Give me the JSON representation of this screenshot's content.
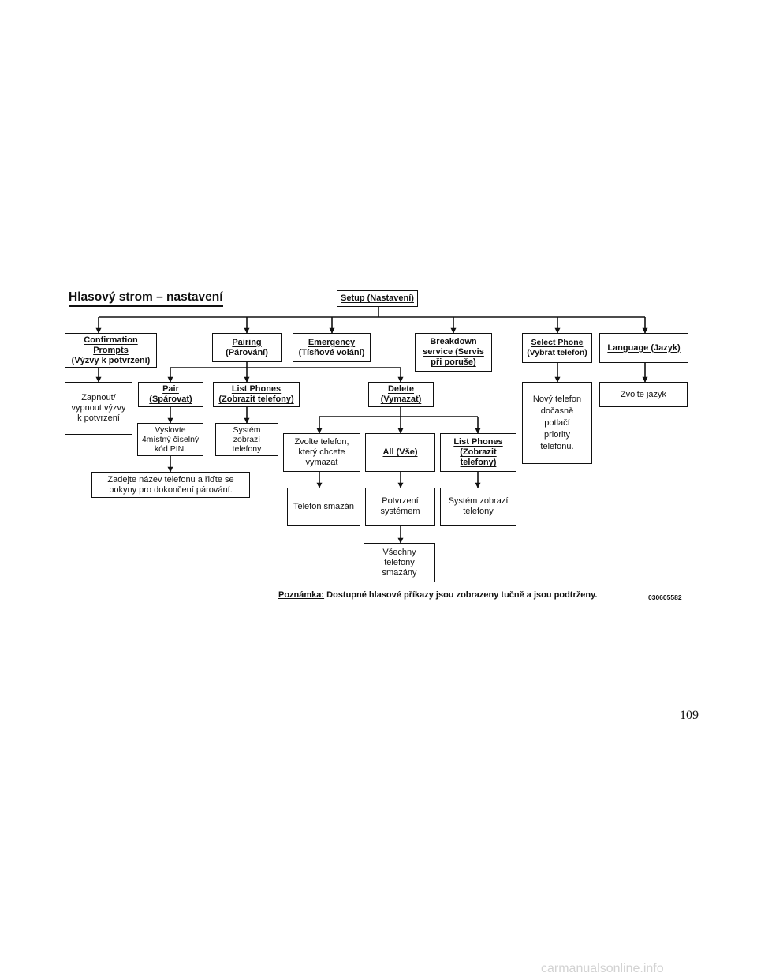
{
  "title": "Hlasový strom – nastavení",
  "root": {
    "lines": [
      "Setup (Nastavení)"
    ]
  },
  "level1": {
    "confirmation": {
      "lines": [
        "Confirmation",
        "Prompts",
        "(Výzvy k potvrzení)"
      ]
    },
    "pairing": {
      "lines": [
        "Pairing",
        "(Párování)"
      ]
    },
    "emergency": {
      "lines": [
        "Emergency",
        "(Tísňové volání)"
      ]
    },
    "breakdown": {
      "lines": [
        "Breakdown",
        "service (Servis",
        "při poruše)"
      ]
    },
    "select_phone": {
      "lines": [
        "Select Phone",
        "(Vybrat telefon)"
      ]
    },
    "language": {
      "lines": [
        "Language (Jazyk)"
      ]
    }
  },
  "confirmation_result": {
    "lines": [
      "Zapnout/",
      "vypnout výzvy",
      "k potvrzení"
    ]
  },
  "pairing_children": {
    "pair": {
      "lines": [
        "Pair",
        "(Spárovat)"
      ]
    },
    "list_phones": {
      "lines": [
        "List Phones",
        "(Zobrazit telefony)"
      ]
    },
    "delete": {
      "lines": [
        "Delete",
        "(Vymazat)"
      ]
    }
  },
  "pair_step1": {
    "lines": [
      "Vyslovte",
      "4místný číselný",
      "kód PIN."
    ]
  },
  "pair_step2": {
    "lines": [
      "Zadejte název telefonu a řiďte se",
      "pokyny pro dokončení párování."
    ]
  },
  "list_result": {
    "lines": [
      "Systém",
      "zobrazí",
      "telefony"
    ]
  },
  "delete_children": {
    "choose_phone": {
      "lines": [
        "Zvolte telefon,",
        "který chcete",
        "vymazat"
      ]
    },
    "all": {
      "lines": [
        "All (Vše)"
      ]
    },
    "list_phones": {
      "lines": [
        "List Phones",
        "(Zobrazit",
        "telefony)"
      ]
    }
  },
  "delete_results": {
    "phone_deleted": {
      "lines": [
        "Telefon smazán"
      ]
    },
    "system_confirm": {
      "lines": [
        "Potvrzení",
        "systémem"
      ]
    },
    "system_shows": {
      "lines": [
        "Systém zobrazí",
        "telefony"
      ]
    },
    "all_deleted": {
      "lines": [
        "Všechny",
        "telefony",
        "smazány"
      ]
    }
  },
  "select_phone_result": {
    "lines": [
      "Nový telefon",
      "dočasně",
      "potlačí",
      "priority",
      "telefonu."
    ]
  },
  "language_result": {
    "lines": [
      "Zvolte jazyk"
    ]
  },
  "note": {
    "label": "Poznámka:",
    "text": "Dostupné hlasové příkazy jsou zobrazeny tučně a jsou podtrženy."
  },
  "figure_code": "030605582",
  "page_number": "109",
  "watermark": "carmanualsonline.info"
}
